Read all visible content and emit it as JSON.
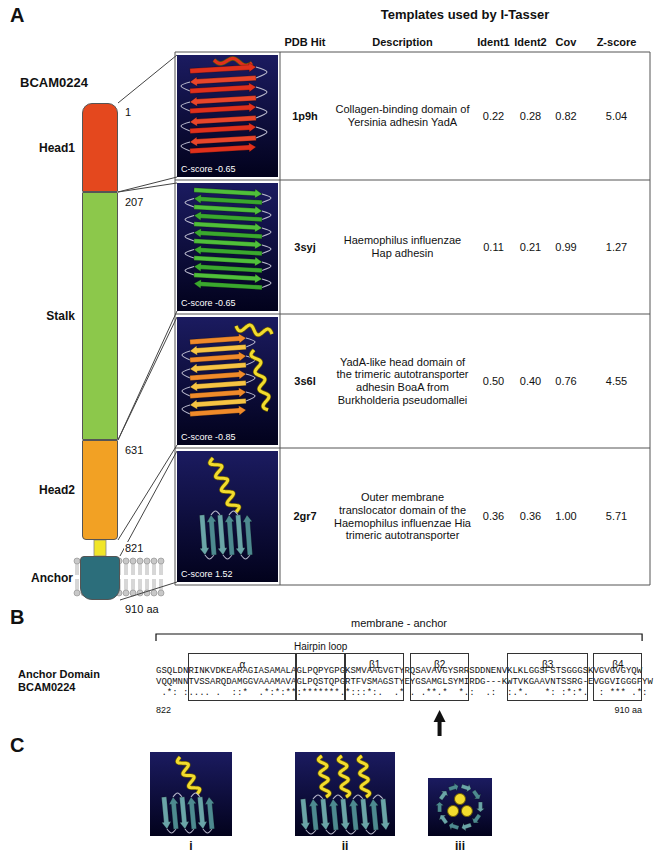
{
  "diagram": {
    "nodes": [
      {
        "text": [
          "Head1"
        ]
      },
      {
        "text": [
          "Stalk"
        ]
      },
      {
        "text": [
          "Head2"
        ]
      },
      {
        "text": [
          "Anchor"
        ]
      },
      {
        "text": [
          "C-score -0.65"
        ]
      },
      {
        "text": [
          "C-score -0.65"
        ]
      },
      {
        "text": [
          "C-score -0.85"
        ]
      },
      {
        "text": [
          "C-score 1.52"
        ]
      },
      {
        "text": [
          "α"
        ]
      },
      {
        "text": [
          "Hairpin loop"
        ]
      },
      {
        "text": [
          "β1"
        ]
      },
      {
        "text": [
          "β2"
        ]
      },
      {
        "text": [
          "β3"
        ]
      },
      {
        "text": [
          "β4"
        ]
      }
    ],
    "edges": [
      {
        "from": 0,
        "to": 4,
        "arrow": "none"
      },
      {
        "from": 1,
        "to": 5,
        "arrow": "none"
      },
      {
        "from": 2,
        "to": 6,
        "arrow": "none"
      },
      {
        "from": 3,
        "to": 7,
        "arrow": "none"
      }
    ],
    "labels": [
      "A",
      "Templates used by I-Tasser",
      "BCAM0224",
      "1",
      "207",
      "631",
      "821",
      "910 aa",
      "PDB Hit",
      "Description",
      "Ident1",
      "Ident2",
      "Cov",
      "Z-score",
      "1p9h",
      "Collagen-binding domain of Yersinia adhesin YadA",
      "0.22",
      "0.28",
      "0.82",
      "5.04",
      "3syj",
      "Haemophilus influenzae Hap adhesin",
      "0.11",
      "0.21",
      "0.99",
      "1.27",
      "3s6l",
      "YadA-like head domain of the trimeric autotransporter adhesin BoaA from Burkholderia pseudomallei",
      "0.50",
      "0.40",
      "0.76",
      "4.55",
      "2gr7",
      "Outer membrane translocator domain of the Haemophilus influenzae Hia trimeric autotransporter",
      "0.36",
      "0.36",
      "1.00",
      "5.71",
      "B",
      "membrane - anchor",
      "Anchor Domain BCAM0224",
      "GSQLDNRINKVDKEARAGIASAMALAGLPQPYGPGKSMVAAGVGTYRQSAVAVGYSRRSDDNENVKLKLGGSFSTSGGGSKVGVGVGYQW",
      "VQQMNNTVSSARQDAMGGVAAAMAVAGLPQSTQPGRTFVSMAGSTYEYGSAMGLSYMIRDG---KWTVKGAAVNTSSRG-EVGGVIGGGFYW",
      " .*: :.... .  ::*  .*:*:**:*******.*:::*:.  .* . .**.*  *.:  .:  :.*.   *: :*:*.  : *** .*:",
      "822",
      "910 aa",
      "C",
      "i",
      "ii",
      "iii"
    ]
  }
}
